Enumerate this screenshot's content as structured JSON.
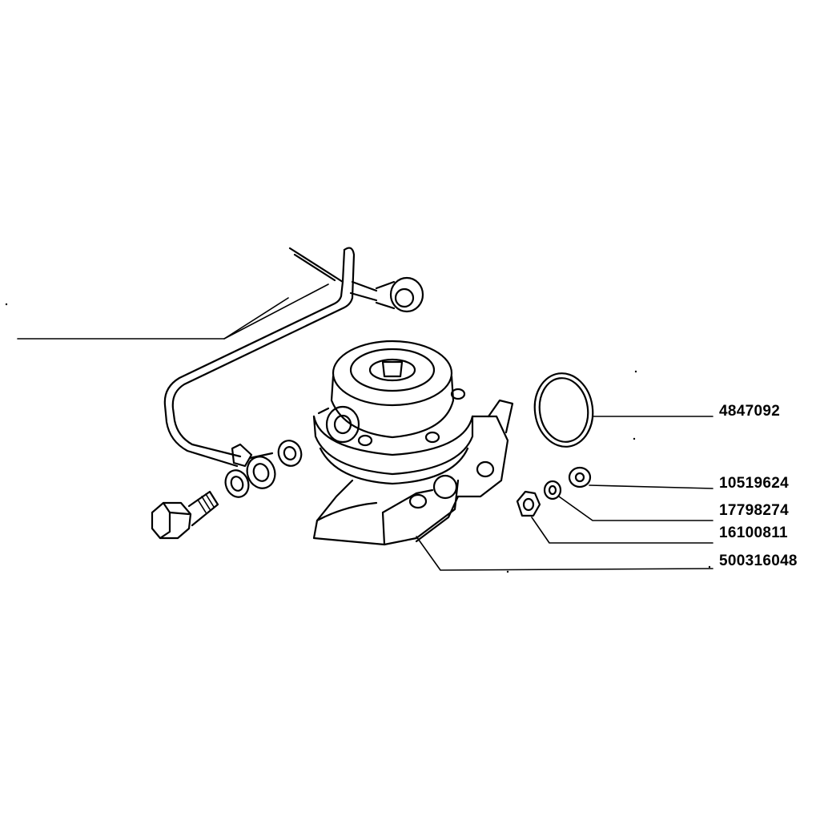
{
  "diagram": {
    "line_color": "#000000",
    "background": "#ffffff",
    "callouts": [
      {
        "part_number": "4847092",
        "part": "o-ring"
      },
      {
        "part_number": "10519624",
        "part": "washer"
      },
      {
        "part_number": "17798274",
        "part": "spring-washer"
      },
      {
        "part_number": "16100811",
        "part": "nut"
      },
      {
        "part_number": "500316048",
        "part": "fuel-pump"
      }
    ]
  }
}
